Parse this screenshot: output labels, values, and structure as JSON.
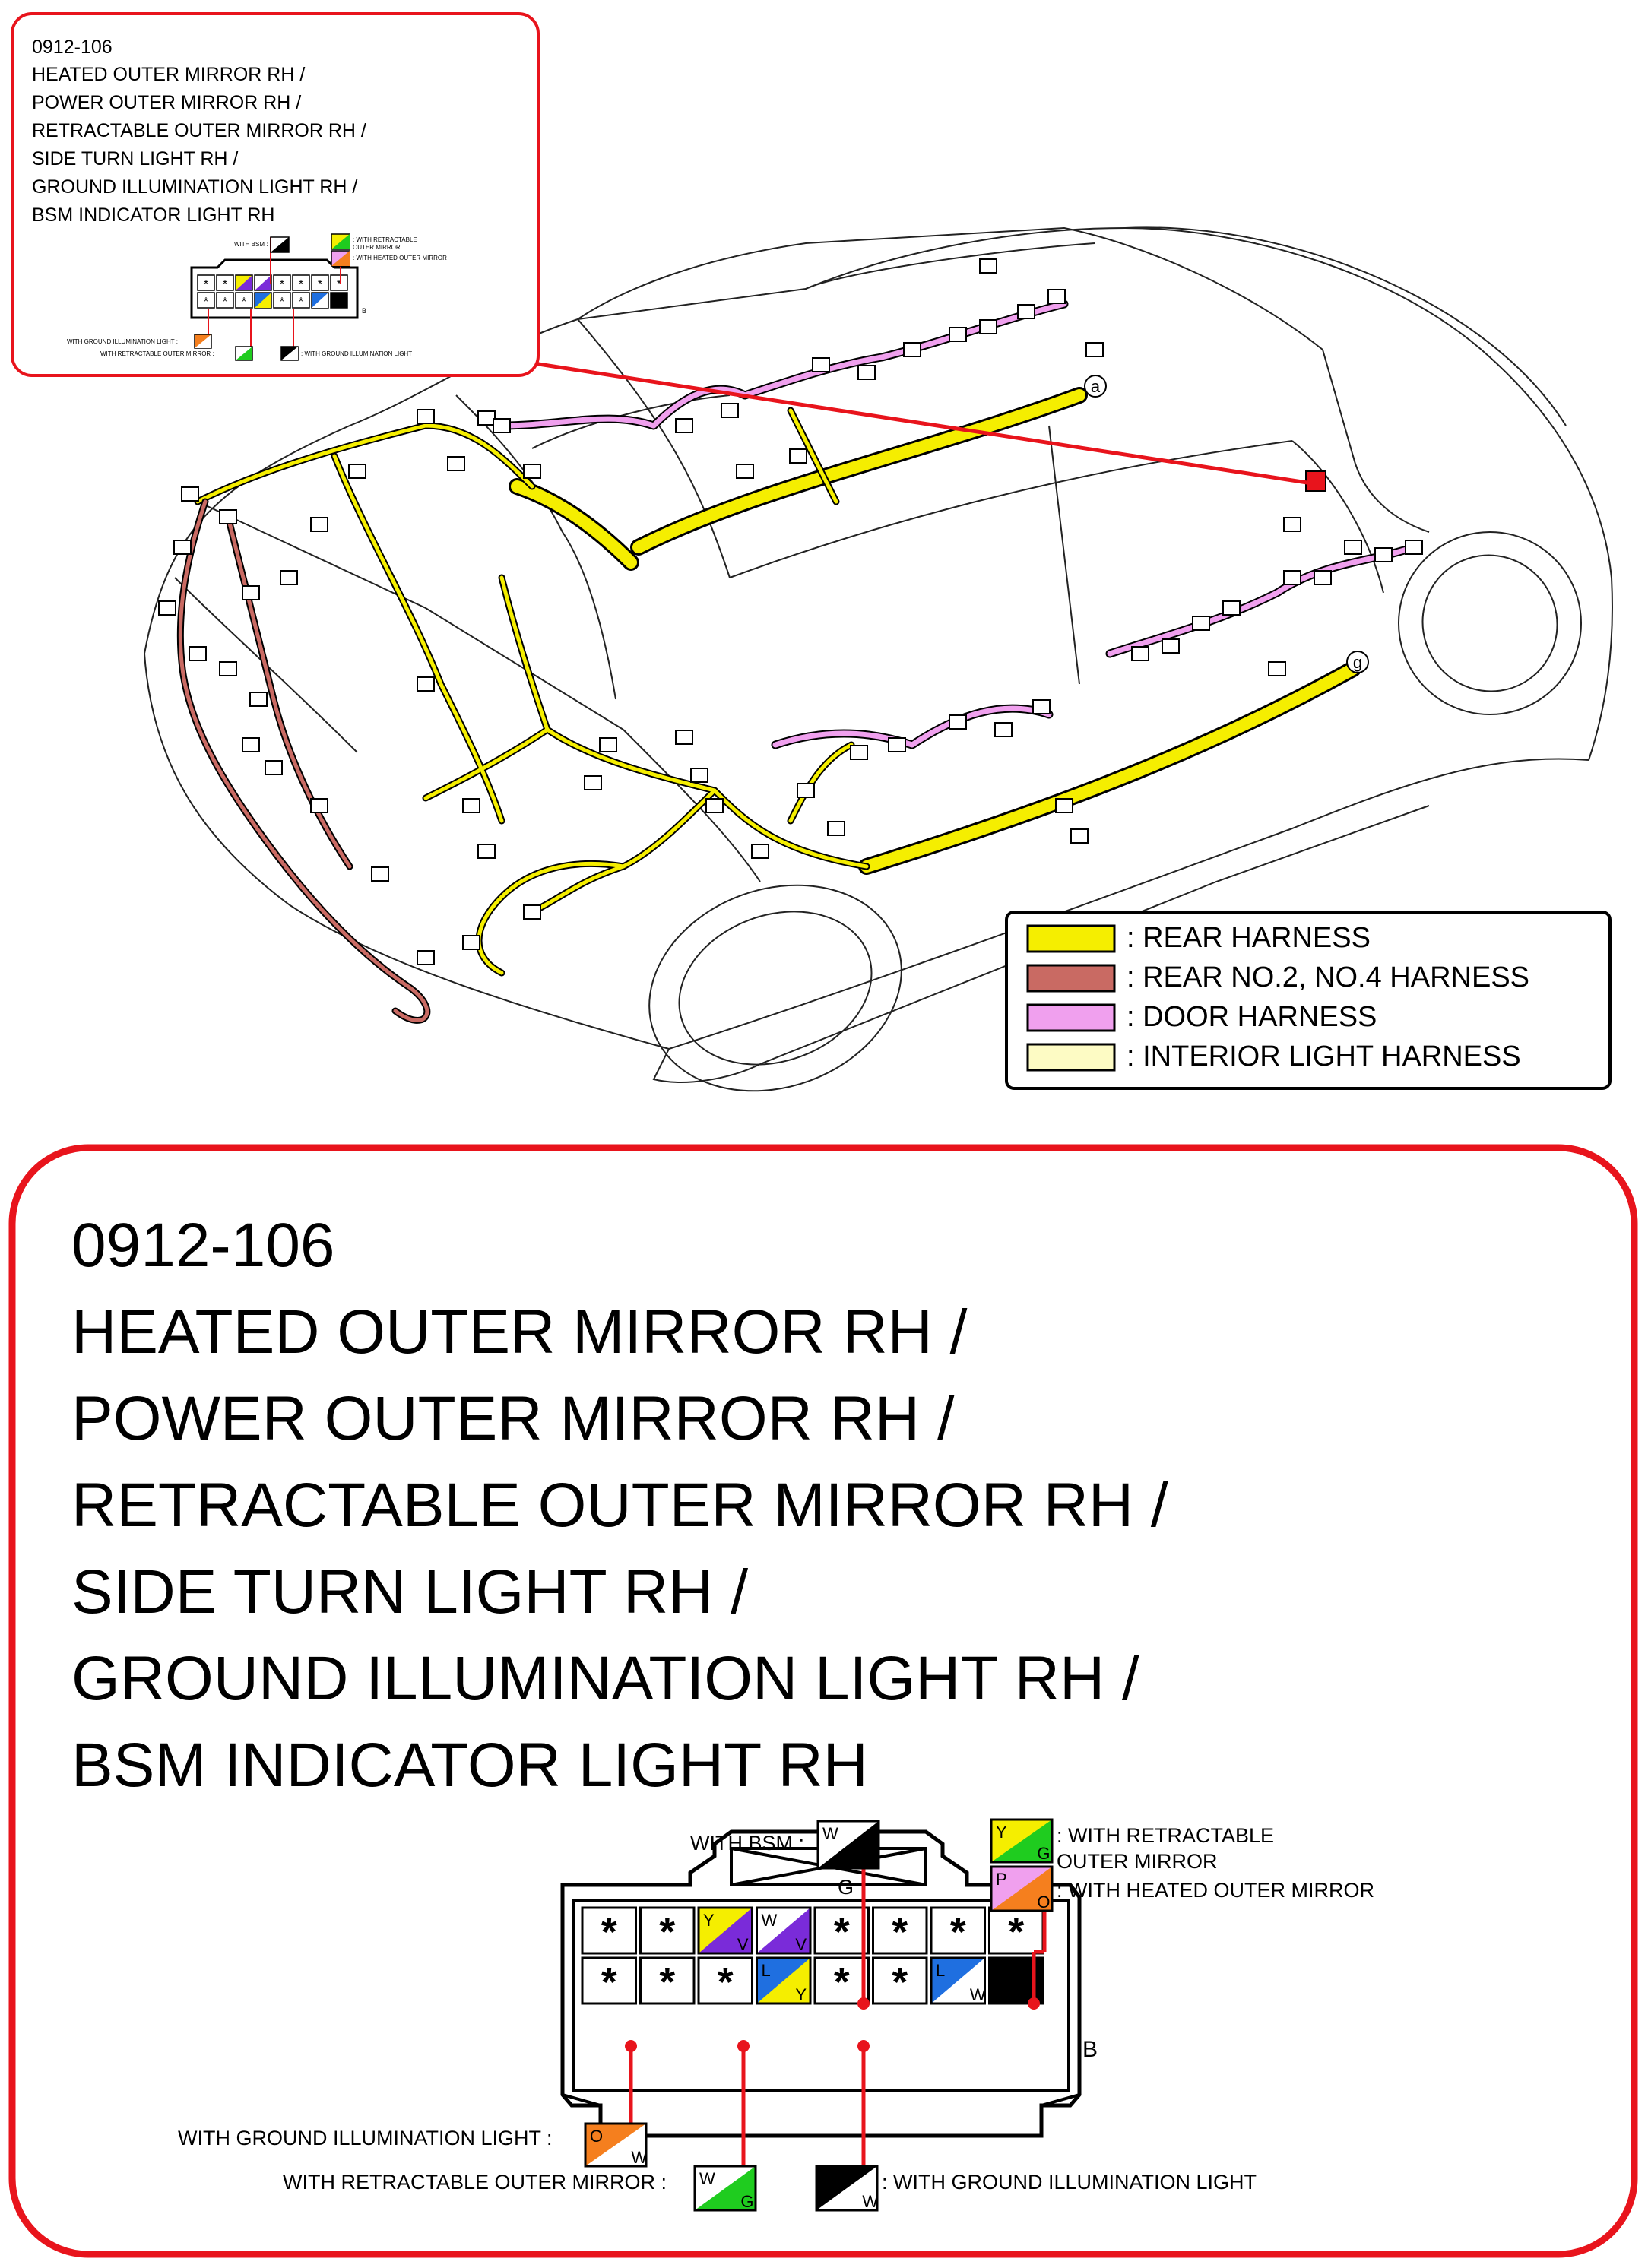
{
  "small_box": {
    "code": "0912-106",
    "lines": [
      "HEATED OUTER MIRROR RH /",
      "POWER OUTER MIRROR RH /",
      "RETRACTABLE OUTER MIRROR RH /",
      "SIDE TURN LIGHT RH /",
      "GROUND ILLUMINATION LIGHT RH /",
      "BSM INDICATOR LIGHT RH"
    ],
    "with_bsm": "WITH BSM :",
    "with_retractable_1": ": WITH RETRACTABLE",
    "with_retractable_2": "OUTER MIRROR",
    "with_heated": ": WITH HEATED OUTER MIRROR",
    "with_ground_left": "WITH GROUND ILLUMINATION LIGHT :",
    "with_retractable_bottom": "WITH RETRACTABLE OUTER MIRROR :",
    "with_ground_right": ": WITH GROUND ILLUMINATION LIGHT"
  },
  "callouts": {
    "a": "a",
    "g": "g"
  },
  "legend": [
    {
      "label": ": REAR HARNESS",
      "color": "#f5ee00"
    },
    {
      "label": ": REAR NO.2, NO.4 HARNESS",
      "color": "#c96a63"
    },
    {
      "label": ": DOOR HARNESS",
      "color": "#f0a0ee"
    },
    {
      "label": ": INTERIOR LIGHT HARNESS",
      "color": "#fdfbc4"
    }
  ],
  "detail": {
    "code": "0912-106",
    "lines": [
      "HEATED OUTER MIRROR RH /",
      "POWER OUTER MIRROR RH /",
      "RETRACTABLE OUTER MIRROR RH /",
      "SIDE TURN LIGHT RH /",
      "GROUND ILLUMINATION LIGHT RH /",
      "BSM INDICATOR LIGHT RH"
    ],
    "with_bsm": "WITH BSM :",
    "bsm_wire_label": "G",
    "with_retractable_1": ": WITH RETRACTABLE",
    "with_retractable_2": "OUTER MIRROR",
    "with_heated": ": WITH HEATED OUTER MIRROR",
    "connector_side_label": "B",
    "with_ground_left": "WITH GROUND ILLUMINATION LIGHT :",
    "with_retractable_bottom": "WITH RETRACTABLE OUTER MIRROR :",
    "with_ground_right": ": WITH GROUND ILLUMINATION LIGHT"
  },
  "wire_codes": {
    "bsm": [
      "W",
      "B"
    ],
    "retractable": [
      "Y",
      "G"
    ],
    "heated": [
      "P",
      "O"
    ],
    "ground_left": [
      "O",
      "W"
    ],
    "retractable_bottom": [
      "W",
      "G"
    ],
    "ground_right": [
      "B",
      "W"
    ],
    "pin_r1_3": [
      "Y",
      "V"
    ],
    "pin_r1_4": [
      "W",
      "V"
    ],
    "pin_r2_4": [
      "L",
      "Y"
    ],
    "pin_r2_7": [
      "L",
      "W"
    ],
    "pin_r2_8": "B"
  },
  "connector_pins": {
    "row1": [
      "*",
      "*",
      "",
      "",
      "*",
      "*",
      "*",
      "*"
    ],
    "row2": [
      "*",
      "*",
      "*",
      "",
      "*",
      "*",
      "",
      ""
    ]
  },
  "colors": {
    "frame_red": "#e8141c",
    "wire_red": "#e8141c",
    "yellow": "#f5ee00",
    "violet": "#7a2bd9",
    "green": "#1fcc1f",
    "orange": "#f57f1e",
    "pink": "#f0a0ee",
    "blue": "#1f6fe0",
    "black": "#000000",
    "white": "#ffffff"
  }
}
